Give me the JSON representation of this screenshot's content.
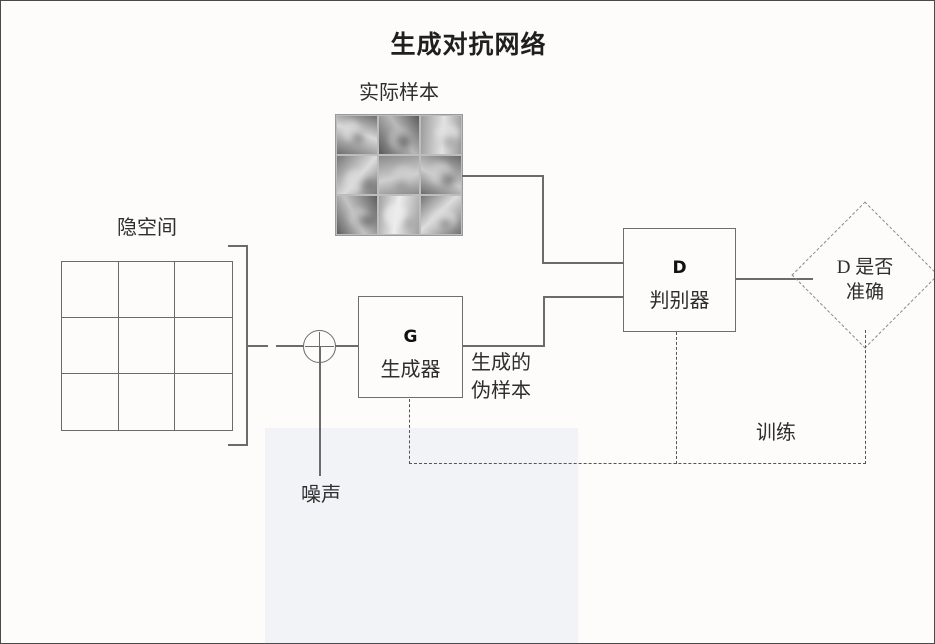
{
  "diagram": {
    "title": "生成对抗网络",
    "background_color": "#fdfcfa",
    "line_color": "#6b6b6b",
    "dashed_color": "#555555"
  },
  "labels": {
    "real_samples": "实际样本",
    "latent_space": "隐空间",
    "noise": "噪声",
    "fake_samples_line1": "生成的",
    "fake_samples_line2": "伪样本",
    "training": "训练"
  },
  "nodes": {
    "generator": {
      "letter": "G",
      "name": "生成器"
    },
    "discriminator": {
      "letter": "D",
      "name": "判别器"
    },
    "decision": {
      "line1": "D 是否",
      "line2": "准确"
    }
  },
  "latent_grid": {
    "rows": 3,
    "cols": 3,
    "cells": [
      "",
      "",
      "",
      "",
      "",
      "",
      "",
      "",
      ""
    ]
  },
  "photo_grid": {
    "rows": 3,
    "cols": 3,
    "cells": [
      {
        "subject": "tabby-cat-photo",
        "base": "#6f6f6f",
        "tone": "#d8d8d8"
      },
      {
        "subject": "dog-photo",
        "base": "#5a5a5a",
        "tone": "#b9b9b9"
      },
      {
        "subject": "cat-photo",
        "base": "#9b9b9b",
        "tone": "#e2e2e2"
      },
      {
        "subject": "kitten-photo",
        "base": "#787878",
        "tone": "#dcdcdc"
      },
      {
        "subject": "cat-lying-photo",
        "base": "#8a8a8a",
        "tone": "#cfcfcf"
      },
      {
        "subject": "tabby-cat-photo-2",
        "base": "#6b6b6b",
        "tone": "#cccccc"
      },
      {
        "subject": "cat-face-photo",
        "base": "#5e5e5e",
        "tone": "#c3c3c3"
      },
      {
        "subject": "kitten-paw-photo",
        "base": "#a2a2a2",
        "tone": "#ededed"
      },
      {
        "subject": "dog-photo-2",
        "base": "#747474",
        "tone": "#dddddd"
      }
    ]
  }
}
